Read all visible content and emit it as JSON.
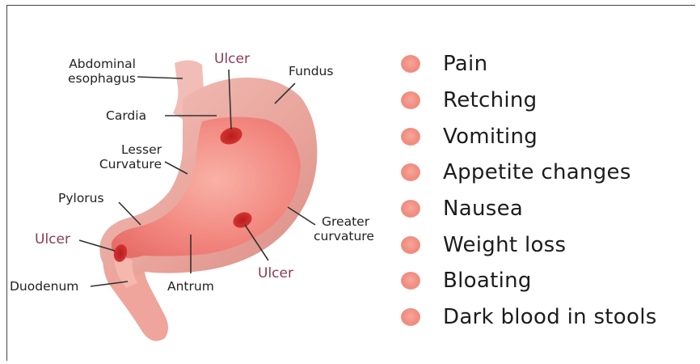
{
  "labels": {
    "abdominal_esophagus_1": "Abdominal",
    "abdominal_esophagus_2": "esophagus",
    "ulcer_top": "Ulcer",
    "fundus": "Fundus",
    "cardia": "Cardia",
    "lesser_curvature_1": "Lesser",
    "lesser_curvature_2": "Curvature",
    "pylorus": "Pylorus",
    "ulcer_left": "Ulcer",
    "duodenum": "Duodenum",
    "antrum": "Antrum",
    "ulcer_bottom": "Ulcer",
    "greater_curvature_1": "Greater",
    "greater_curvature_2": "curvature"
  },
  "symptoms": [
    "Pain",
    "Retching",
    "Vomiting",
    "Appetite changes",
    "Nausea",
    "Weight loss",
    "Bloating",
    "Dark blood in stools"
  ],
  "colors": {
    "stomach_outer": "#e9a49c",
    "stomach_inner": "#f07f7a",
    "ulcer": "#c92a2a",
    "bullet": "#f29b8e",
    "ulcer_label": "#8a3b55"
  }
}
